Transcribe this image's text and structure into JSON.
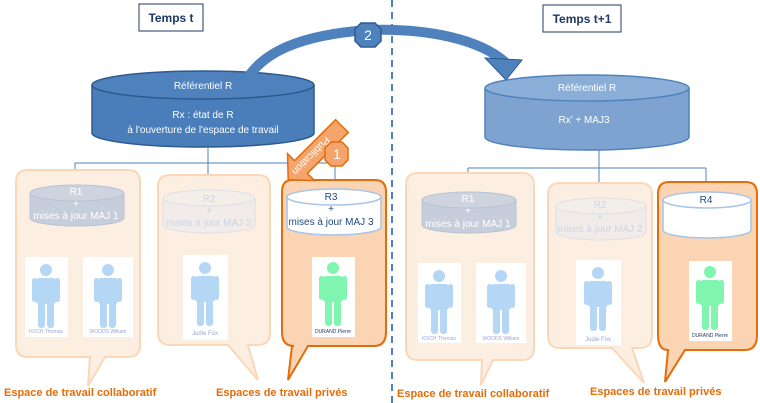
{
  "left": {
    "title": "Temps t",
    "repository": {
      "title": "Référentiel R",
      "line1": "Rx : état de R",
      "line2": "à l'ouverture de l'espace de travail"
    },
    "workspaces": [
      {
        "db_title": "R1",
        "db_plus": "+",
        "db_sub": "mises à jour MAJ 1",
        "users": [
          "KOCH Thomas",
          "WOODS William"
        ],
        "state": "faded"
      },
      {
        "db_title": "R2",
        "db_plus": "+",
        "db_sub": "mises à jour MAJ 2",
        "users": [
          "Judie Fox"
        ],
        "state": "very-faded"
      },
      {
        "db_title": "R3",
        "db_plus": "+",
        "db_sub": "mises à jour MAJ 3",
        "users": [
          "DURAND Pierre"
        ],
        "state": "active"
      }
    ],
    "caption_collab": "Espace de travail collaboratif",
    "caption_private": "Espaces de travail privés"
  },
  "right": {
    "title": "Temps t+1",
    "repository": {
      "title": "Référentiel R",
      "line1": "Rx’ + MAJ3"
    },
    "workspaces": [
      {
        "db_title": "R1",
        "db_plus": "+",
        "db_sub": "mises à jour MAJ 1",
        "users": [
          "KOCH Thomas",
          "WOODS William"
        ],
        "state": "faded"
      },
      {
        "db_title": "R2",
        "db_plus": "+",
        "db_sub": "mises à jour MAJ 2",
        "users": [
          "Judie Fox"
        ],
        "state": "very-faded"
      },
      {
        "db_title": "R4",
        "db_plus": "",
        "db_sub": "",
        "users": [
          "DURAND Pierre"
        ],
        "state": "active"
      }
    ],
    "caption_collab": "Espace de travail collaboratif",
    "caption_private": "Espaces de travail privés"
  },
  "steps": {
    "publication": {
      "number": "1",
      "label": "Publication"
    },
    "transfer": {
      "number": "2"
    }
  },
  "colors": {
    "repo_dark": "#4f81bd",
    "repo_light": "#7ea3d0",
    "orange": "#e46c0a",
    "orange_fill_light": "#fdeee2",
    "orange_fill_active": "#fbd4b4",
    "caption": "#e46c0a",
    "title_text": "#1f3864",
    "user_blue": "#b4d7f5",
    "user_green": "#7ff5b0"
  }
}
